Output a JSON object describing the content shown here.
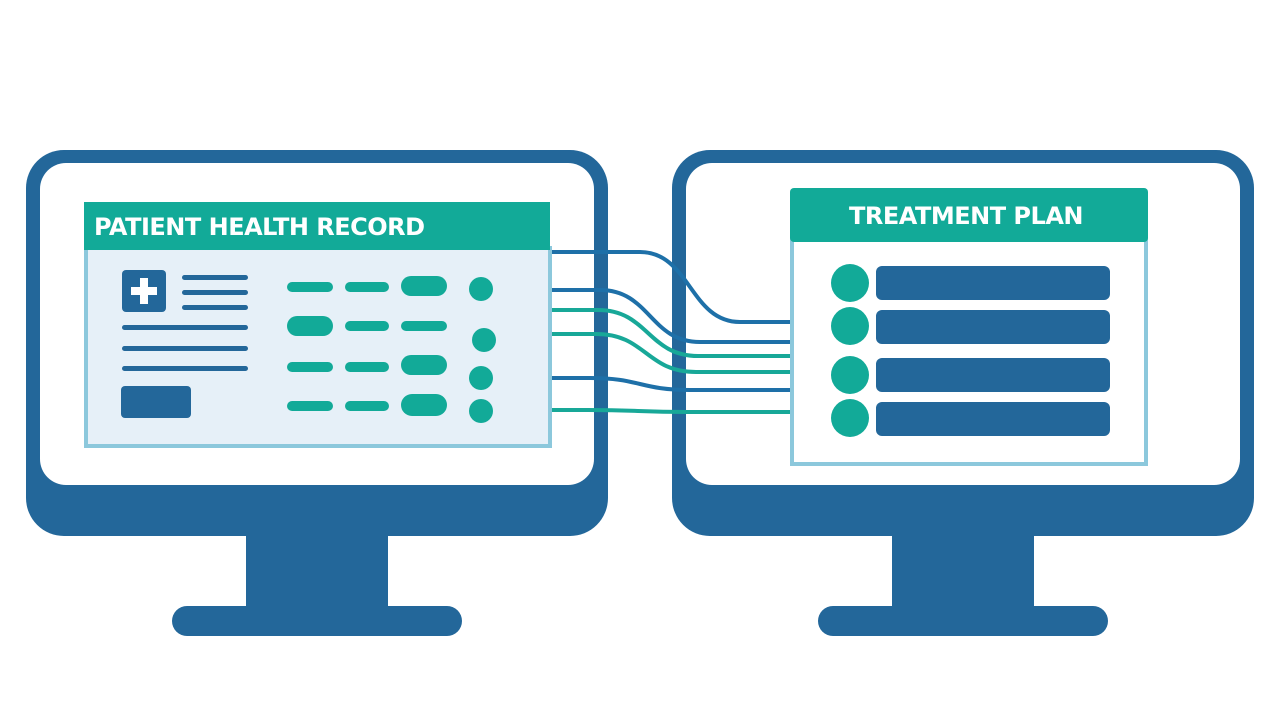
{
  "left_monitor": {
    "panel_title": "PATIENT HEALTH RECORD",
    "icon": "medical-cross-icon",
    "data_rows": 4
  },
  "right_monitor": {
    "panel_title": "TREATMENT PLAN",
    "plan_items": 4
  },
  "connections": {
    "count": 6
  },
  "colors": {
    "monitor_frame": "#23679a",
    "teal_accent": "#12aa98",
    "record_bg": "#e6f0f8",
    "panel_border": "#8cc8dc",
    "connector_blue": "#1e70a8",
    "connector_teal": "#18a898"
  }
}
